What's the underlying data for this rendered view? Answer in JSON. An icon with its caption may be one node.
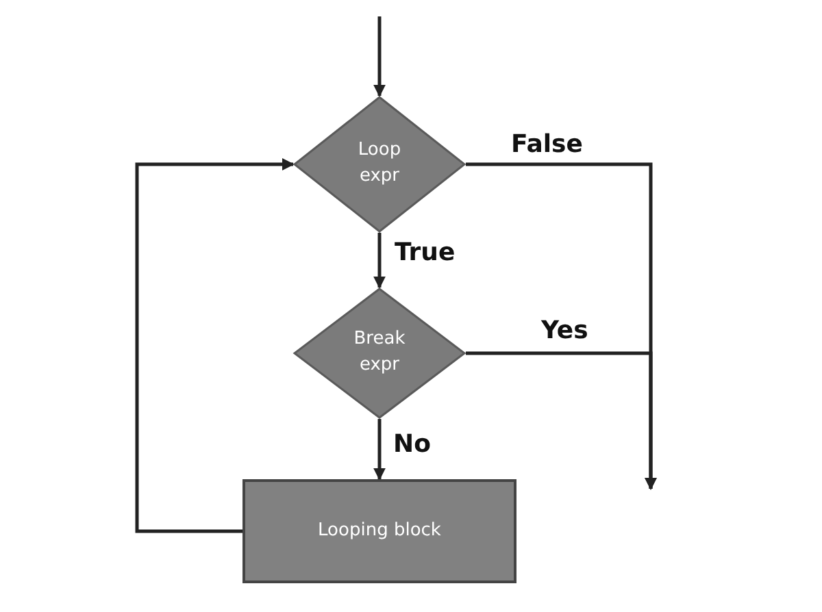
{
  "diagram": {
    "nodes": [
      {
        "text": [
          "Loop expr"
        ]
      },
      {
        "text": [
          "Break expr"
        ]
      },
      {
        "text": [
          "Looping block"
        ]
      }
    ],
    "edges": [
      {
        "from": null,
        "to": 0,
        "arrow": "to"
      },
      {
        "from": 0,
        "to": 1,
        "arrow": "to",
        "label": "True"
      },
      {
        "from": 1,
        "to": 2,
        "arrow": "to",
        "label": "No"
      },
      {
        "from": 2,
        "to": 0,
        "arrow": "to"
      },
      {
        "from": 0,
        "to": null,
        "arrow": "to",
        "label": "False"
      },
      {
        "from": 1,
        "to": null,
        "arrow": "to",
        "label": "Yes"
      }
    ]
  }
}
